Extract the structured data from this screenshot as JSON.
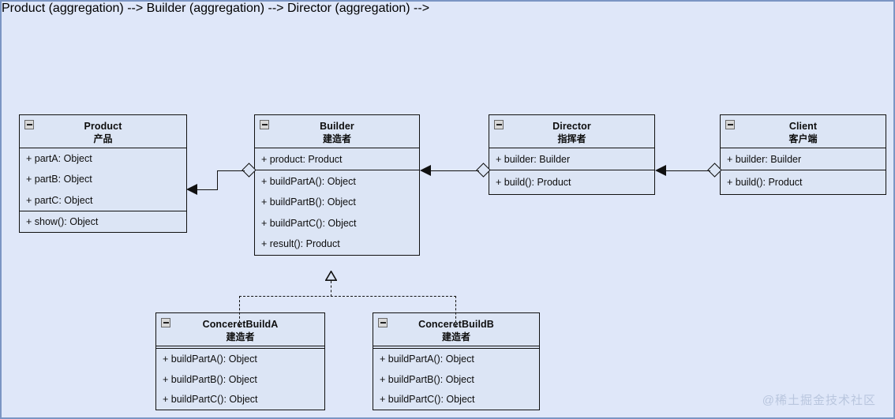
{
  "canvas": {
    "bg_color": "#dfe7f9",
    "border_color": "#7b95c4",
    "class_fill": "#dce5f5",
    "line_color": "#111111"
  },
  "watermark": {
    "text": "@稀土掘金技术社区"
  },
  "classes": [
    {
      "id": "product",
      "title": "Product",
      "subtitle": "产品",
      "attributes": [
        "+ partA: Object",
        "+ partB: Object",
        "+ partC: Object"
      ],
      "operations": [
        "+ show(): Object"
      ],
      "collapse_icon": "minus-icon"
    },
    {
      "id": "builder",
      "title": "Builder",
      "subtitle": "建造者",
      "attributes": [
        "+ product: Product"
      ],
      "operations": [
        "+ buildPartA(): Object",
        "+ buildPartB(): Object",
        "+ buildPartC(): Object",
        "+ result(): Product"
      ],
      "collapse_icon": "minus-icon"
    },
    {
      "id": "director",
      "title": "Director",
      "subtitle": "指挥者",
      "attributes": [
        "+ builder: Builder"
      ],
      "operations": [
        "+ build(): Product"
      ],
      "collapse_icon": "minus-icon"
    },
    {
      "id": "client",
      "title": "Client",
      "subtitle": "客户端",
      "attributes": [
        "+ builder: Builder"
      ],
      "operations": [
        "+ build(): Product"
      ],
      "collapse_icon": "minus-icon"
    },
    {
      "id": "concrete_a",
      "title": "ConceretBuildA",
      "subtitle": "建造者",
      "attributes": [],
      "operations": [
        "+ buildPartA(): Object",
        "+ buildPartB(): Object",
        "+ buildPartC(): Object"
      ],
      "collapse_icon": "minus-icon"
    },
    {
      "id": "concrete_b",
      "title": "ConceretBuildB",
      "subtitle": "建造者",
      "attributes": [],
      "operations": [
        "+ buildPartA(): Object",
        "+ buildPartB(): Object",
        "+ buildPartC(): Object"
      ],
      "collapse_icon": "minus-icon"
    }
  ],
  "relations": [
    {
      "id": "builder_product",
      "type": "aggregation",
      "from": "builder",
      "to": "product",
      "source_marker": "hollow-diamond",
      "target_marker": "filled-arrow"
    },
    {
      "id": "director_builder",
      "type": "aggregation",
      "from": "director",
      "to": "builder",
      "source_marker": "hollow-diamond",
      "target_marker": "filled-arrow"
    },
    {
      "id": "client_director",
      "type": "aggregation",
      "from": "client",
      "to": "director",
      "source_marker": "hollow-diamond",
      "target_marker": "filled-arrow"
    },
    {
      "id": "concrete_a_builder",
      "type": "realization",
      "from": "concrete_a",
      "to": "builder",
      "target_marker": "hollow-triangle",
      "line_style": "dashed"
    },
    {
      "id": "concrete_b_builder",
      "type": "realization",
      "from": "concrete_b",
      "to": "builder",
      "target_marker": "hollow-triangle",
      "line_style": "dashed"
    }
  ]
}
